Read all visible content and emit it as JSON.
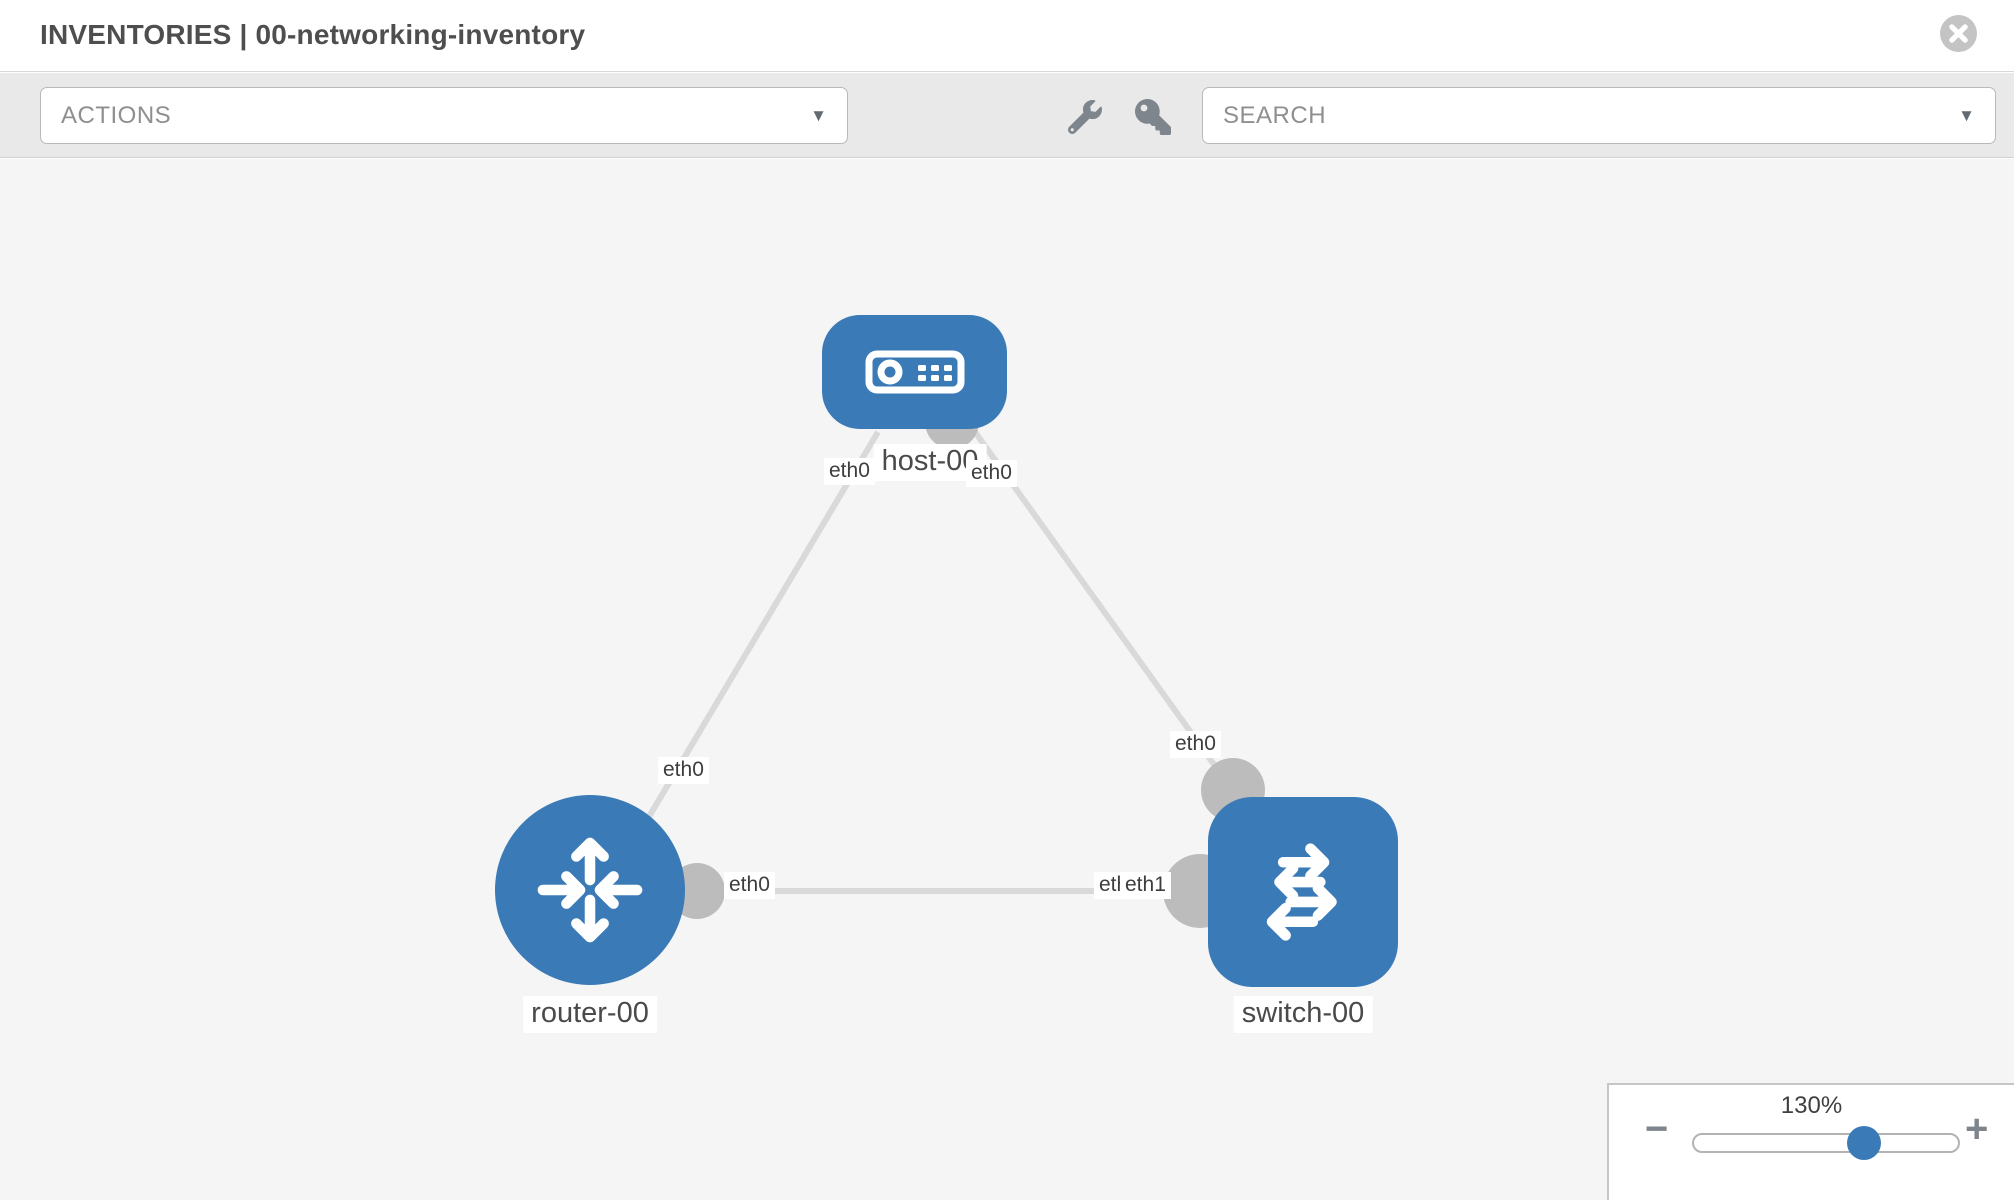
{
  "header": {
    "title": "INVENTORIES | 00-networking-inventory"
  },
  "toolbar": {
    "actions": {
      "label": "ACTIONS",
      "caret": "▼"
    },
    "search": {
      "label": "SEARCH",
      "caret": "▼"
    },
    "tools": {
      "wrench_icon": "wrench",
      "key_icon": "key"
    }
  },
  "topology": {
    "nodes": [
      {
        "id": "host-00",
        "type": "host",
        "label": "host-00"
      },
      {
        "id": "router-00",
        "type": "router",
        "label": "router-00"
      },
      {
        "id": "switch-00",
        "type": "switch",
        "label": "switch-00"
      }
    ],
    "links": [
      {
        "source": "host-00",
        "source_interface": "eth0",
        "target": "router-00",
        "target_interface": "eth0"
      },
      {
        "source": "host-00",
        "source_interface": "eth0",
        "target": "switch-00",
        "target_interface": "eth0"
      },
      {
        "source": "router-00",
        "source_interface": "eth0",
        "target": "switch-00",
        "target_interface": "eth1"
      }
    ]
  },
  "zoom_control": {
    "level": "130%",
    "minus_label": "−",
    "plus_label": "+",
    "slider_percent": 64
  },
  "colors": {
    "node_blue": "#3a7ab6",
    "link_gray": "#d9d9d9",
    "connector_gray": "#bcbcbc",
    "toolbar_gray": "#e9e9e9",
    "canvas_gray": "#f5f5f6"
  }
}
